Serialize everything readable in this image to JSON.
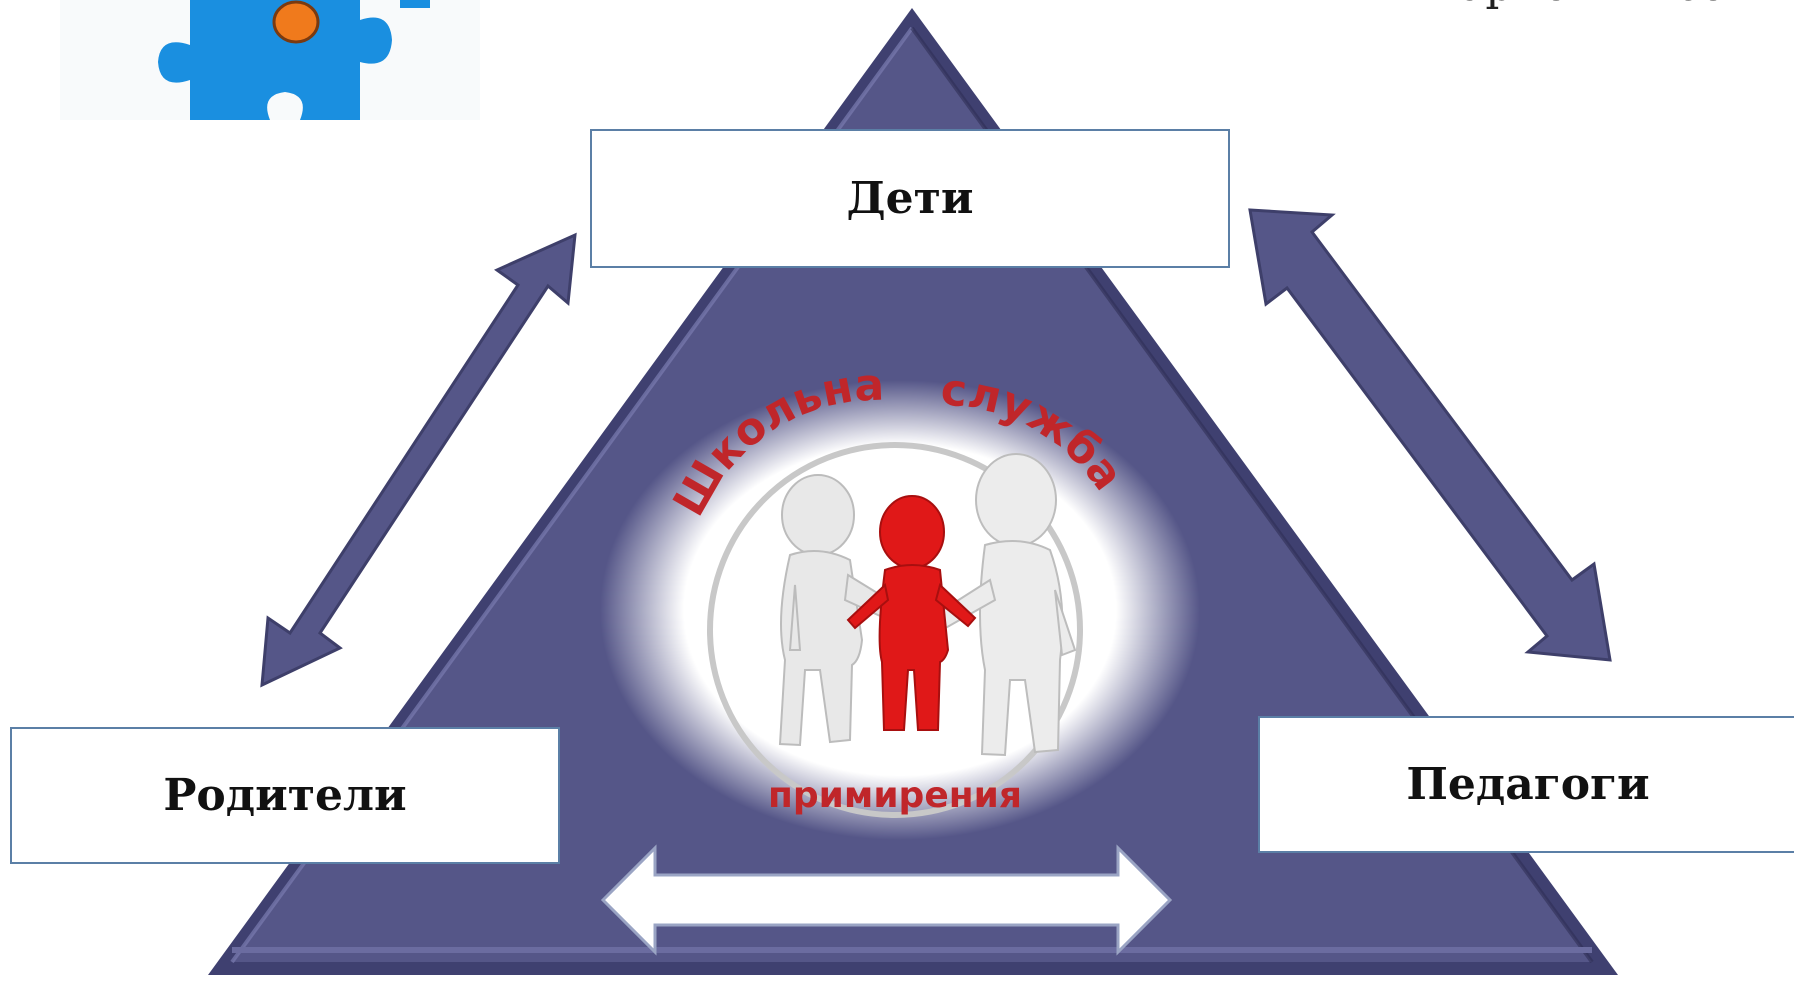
{
  "nodes": {
    "top": "Дети",
    "left": "Родители",
    "right": "Педагоги"
  },
  "logo": {
    "arc_top_left": "Школьная",
    "arc_top_right": "служба",
    "arc_bottom": "примирения"
  },
  "corner_text": "чарио Анисов",
  "colors": {
    "triangle": "#555688",
    "arrow": "#555688",
    "box_border": "#5b7fa6",
    "logo_text": "#c0262a",
    "figure_red": "#e01818",
    "puzzle_blue": "#1a8fe0",
    "puzzle_orange": "#f07a1c"
  }
}
